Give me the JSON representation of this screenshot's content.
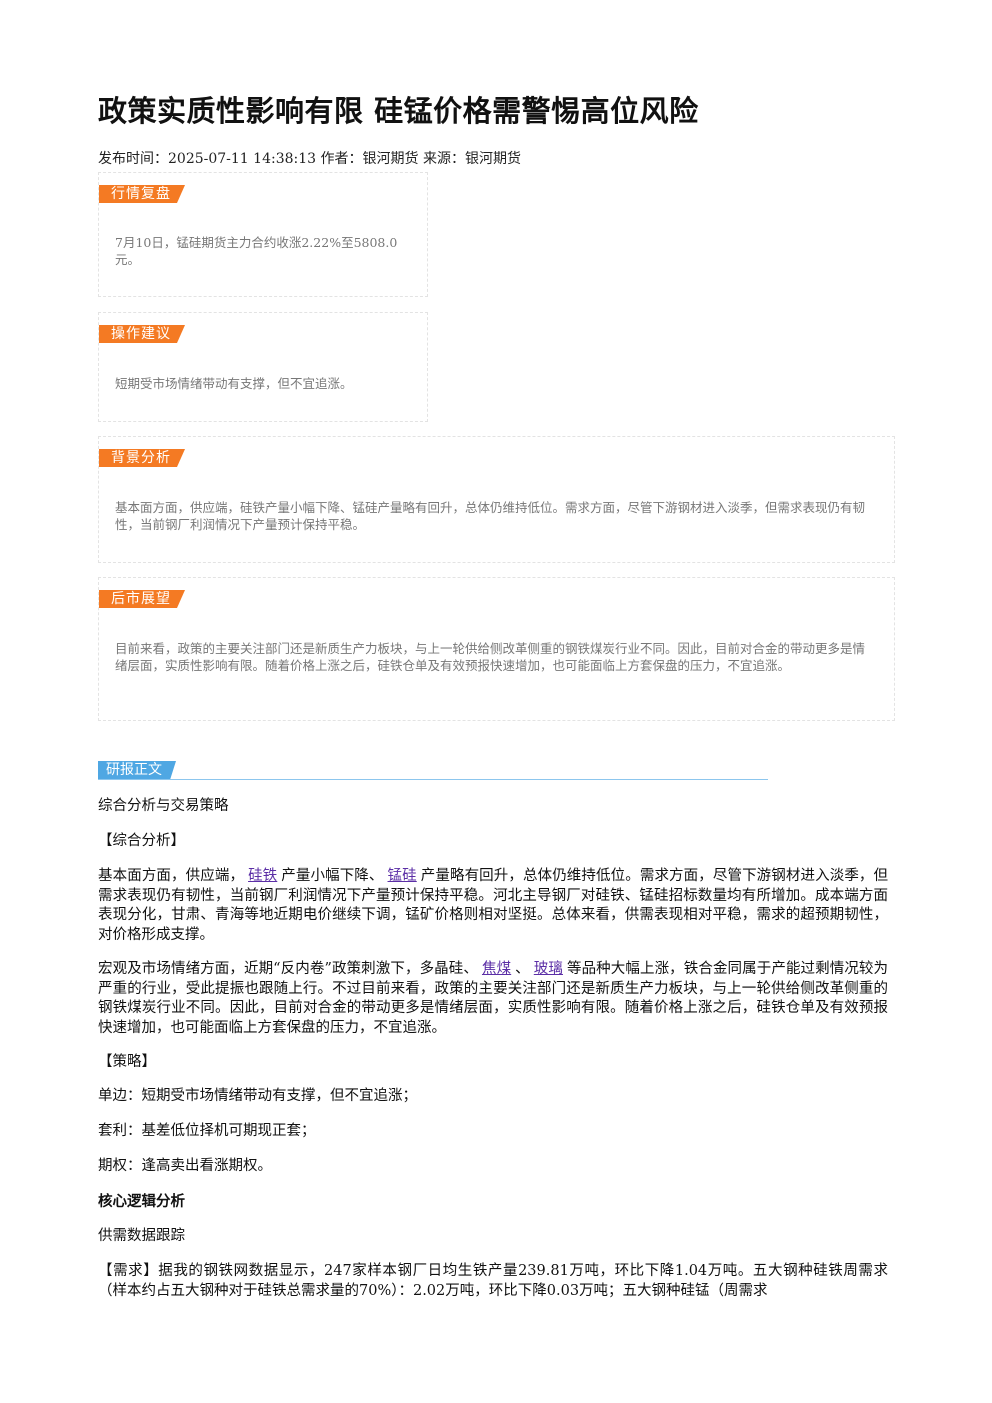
{
  "article": {
    "title": "政策实质性影响有限 硅锰价格需警惕高位风险",
    "meta": "发布时间：2025-07-11 14:38:13 作者：银河期货 来源：银河期货"
  },
  "cards": {
    "market_review": {
      "label": "行情复盘",
      "text": "7月10日，锰硅期货主力合约收涨2.22%至5808.0元。"
    },
    "operation": {
      "label": "操作建议",
      "text": "短期受市场情绪带动有支撑，但不宜追涨。"
    },
    "background": {
      "label": "背景分析",
      "text": "基本面方面，供应端，硅铁产量小幅下降、锰硅产量略有回升，总体仍维持低位。需求方面，尽管下游钢材进入淡季，但需求表现仍有韧性，当前钢厂利润情况下产量预计保持平稳。"
    },
    "outlook": {
      "label": "后市展望",
      "text": "目前来看，政策的主要关注部门还是新质生产力板块，与上一轮供给侧改革侧重的钢铁煤炭行业不同。因此，目前对合金的带动更多是情绪层面，实质性影响有限。随着价格上涨之后，硅铁仓单及有效预报快速增加，也可能面临上方套保盘的压力，不宜追涨。"
    }
  },
  "report": {
    "label": "研报正文",
    "heading_strategy": "综合分析与交易策略",
    "section_analysis": "【综合分析】",
    "p1_a": "基本面方面，供应端，",
    "p1_link1": "硅铁",
    "p1_b": "产量小幅下降、",
    "p1_link2": "锰硅",
    "p1_c": "产量略有回升，总体仍维持低位。需求方面，尽管下游钢材进入淡季，但需求表现仍有韧性，当前钢厂利润情况下产量预计保持平稳。河北主导钢厂对硅铁、锰硅招标数量均有所增加。成本端方面表现分化，甘肃、青海等地近期电价继续下调，锰矿价格则相对坚挺。总体来看，供需表现相对平稳，需求的超预期韧性，对价格形成支撑。",
    "p2_a": "宏观及市场情绪方面，近期“反内卷”政策刺激下，多晶硅、",
    "p2_link1": "焦煤",
    "p2_b": "、",
    "p2_link2": "玻璃",
    "p2_c": "等品种大幅上涨，铁合金同属于产能过剩情况较为严重的行业，受此提振也跟随上行。不过目前来看，政策的主要关注部门还是新质生产力板块，与上一轮供给侧改革侧重的钢铁煤炭行业不同。因此，目前对合金的带动更多是情绪层面，实质性影响有限。随着价格上涨之后，硅铁仓单及有效预报快速增加，也可能面临上方套保盘的压力，不宜追涨。",
    "section_strategy": "【策略】",
    "single_side": "单边：短期受市场情绪带动有支撑，但不宜追涨；",
    "arbitrage": "套利：基差低位择机可期现正套；",
    "options": "期权：逢高卖出看涨期权。",
    "heading_logic": "核心逻辑分析",
    "tracking": "供需数据跟踪",
    "demand": "【需求】据我的钢铁网数据显示，247家样本钢厂日均生铁产量239.81万吨，环比下降1.04万吨。五大钢种硅铁周需求（样本约占五大钢种对于硅铁总需求量的70%）：2.02万吨，环比下降0.03万吨；五大钢种硅锰（周需求"
  }
}
